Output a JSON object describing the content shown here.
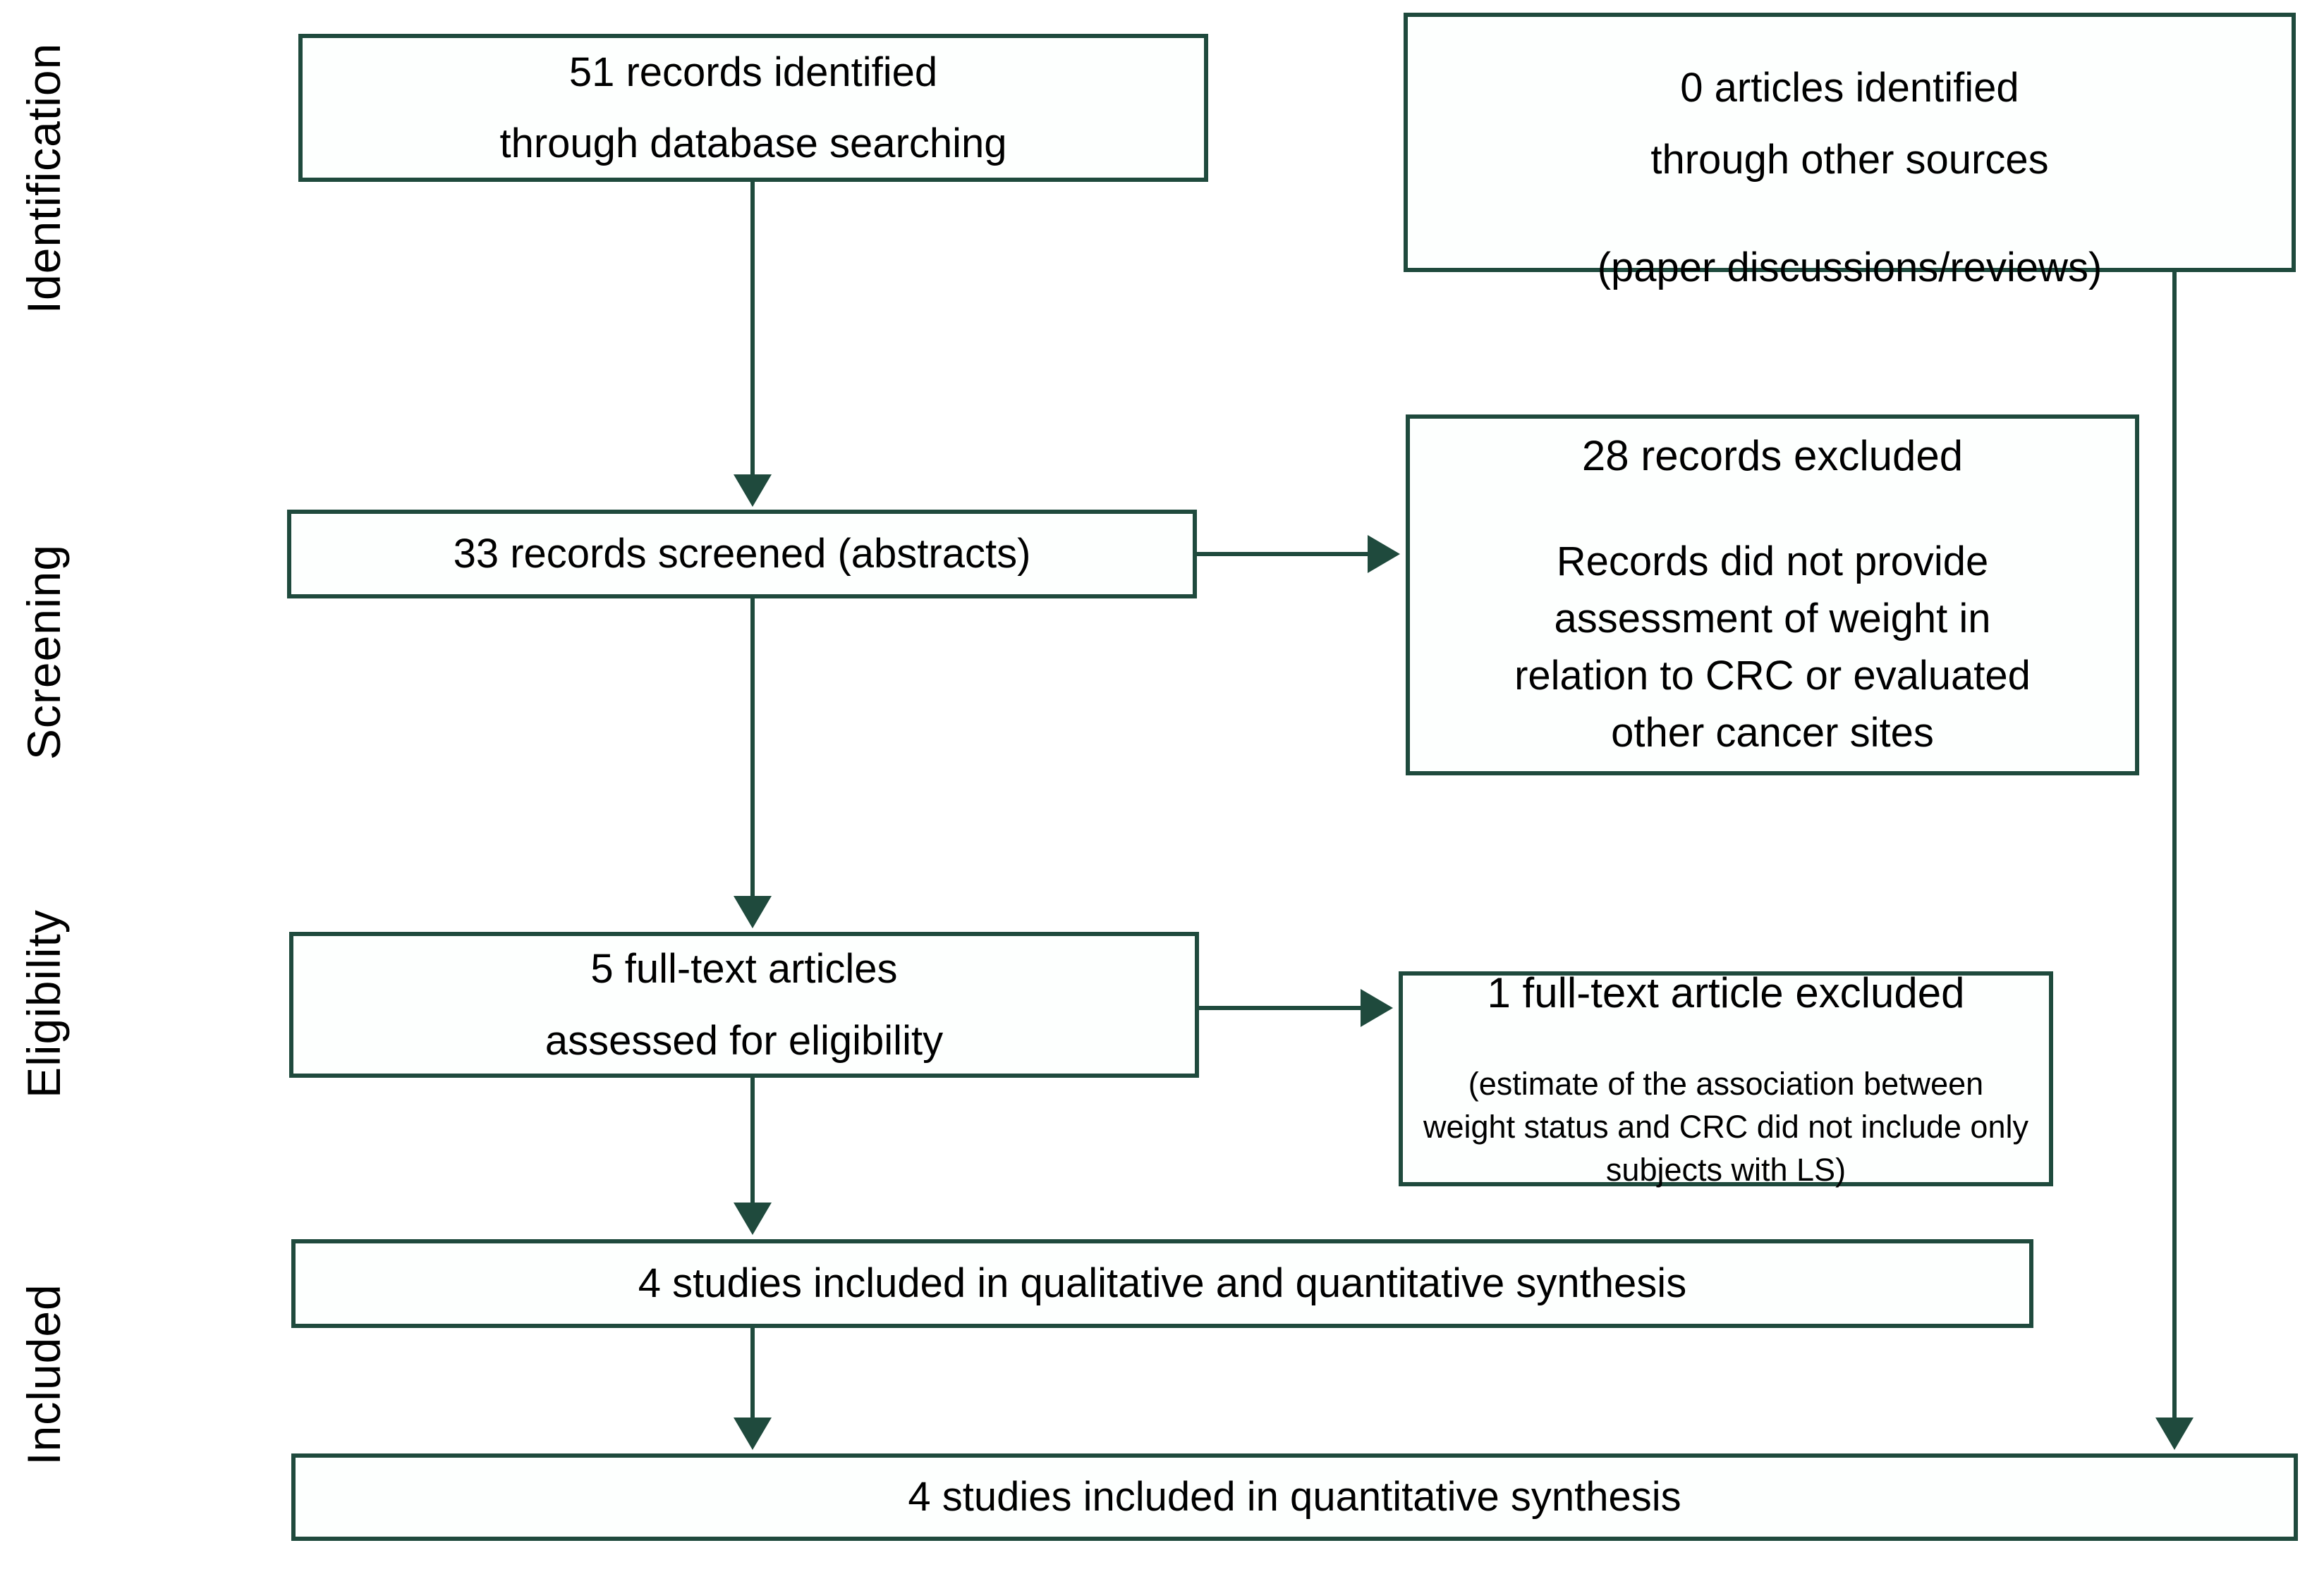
{
  "colors": {
    "accent": "#1f4a3d",
    "box_fill": "#fdfffe",
    "text": "#000000",
    "stage_label": "#000000"
  },
  "stages": {
    "identification": "Identification",
    "screening": "Screening",
    "eligibility": "Eligibility",
    "included": "Included"
  },
  "boxes": {
    "records_identified": {
      "text": "51 records identified\nthrough database searching"
    },
    "articles_other_sources": {
      "text": "0 articles identified\nthrough other sources",
      "subtext": "(paper discussions/reviews)"
    },
    "records_screened": {
      "text": "33 records screened (abstracts)"
    },
    "records_excluded": {
      "title": "28 records excluded",
      "reason": "Records did not provide\nassessment of weight in\nrelation to CRC or evaluated\nother cancer sites"
    },
    "fulltext_assessed": {
      "text": "5 full-text articles\nassessed for eligibility"
    },
    "fulltext_excluded": {
      "title": "1 full-text article excluded",
      "reason": "(estimate of the association between\nweight status and CRC did not include only\nsubjects with LS)"
    },
    "qualitative_synthesis": {
      "text": "4 studies included in qualitative and quantitative synthesis"
    },
    "quantitative_synthesis": {
      "text": "4 studies included in quantitative synthesis"
    }
  }
}
